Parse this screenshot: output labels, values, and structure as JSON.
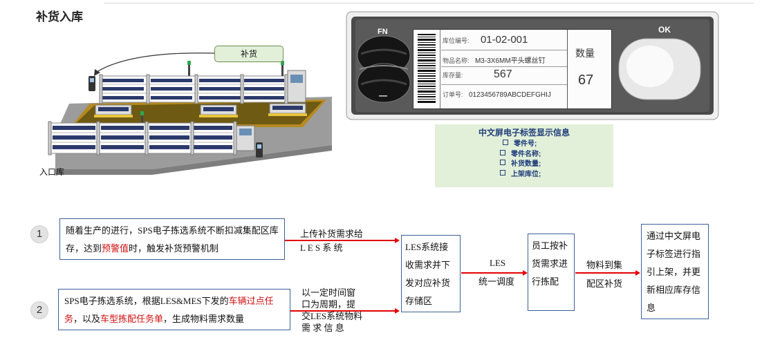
{
  "page": {
    "title": "补货入库"
  },
  "scene": {
    "bubble_label": "补货",
    "area_label": "入口库"
  },
  "device": {
    "fn_label": "FN",
    "ok_label": "OK",
    "minus_label": "—",
    "fields": [
      {
        "label": "库位编号:",
        "value": "01-02-001"
      },
      {
        "label": "物品名称:",
        "value": "M3-3X6MM平头螺丝钉"
      },
      {
        "label": "库存量:",
        "value": "567"
      },
      {
        "label": "订单号:",
        "value": "0123456789ABCDEFGHIJ"
      }
    ],
    "qty_label": "数量",
    "qty_value": "67"
  },
  "info": {
    "heading": "中文屏电子标签显示信息",
    "items": [
      "零件号;",
      "零件名称;",
      "补货数量;",
      "上架库位;"
    ]
  },
  "flow": {
    "step1": {
      "number": "1",
      "text_a": "随着生产的进行，SPS电子拣选系统不断扣减集配区库存，达到",
      "text_red": "预警值",
      "text_b": "时，触发补货预警机制"
    },
    "step2": {
      "number": "2",
      "text_a": "SPS电子拣选系统，根据LES&MES下发的",
      "text_red1": "车辆过点任务",
      "text_b": "，以及",
      "text_red2": "车型拣配任务单",
      "text_c": "，生成物料需求数量"
    },
    "arrow1": {
      "line1": "上传补货需求给",
      "line2": "L E S 系 统"
    },
    "arrow2": {
      "line1": "以一定时间窗",
      "line2": "口为周期，提",
      "line3": "交LES系统物料",
      "line4": "需 求 信 息"
    },
    "les_box": "LES系统接收需求并下发对应补货存储区",
    "arrow3": {
      "line1": "LES",
      "line2": "统一调度"
    },
    "staff_box": "员工按补货需求进行拣配",
    "arrow4": {
      "line1": "物料到集",
      "line2": "配区补货"
    },
    "final_box": "通过中文屏电子标签进行指引上架，并更新相应库存信息"
  }
}
